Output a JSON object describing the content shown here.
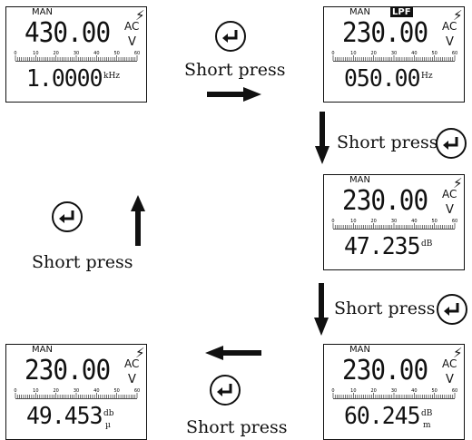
{
  "displays": [
    {
      "id": "d1",
      "man": "MAN",
      "lpf": "",
      "main": "430.00",
      "ac": "AC",
      "v": "V",
      "sub": "1.0000",
      "unit": "kHz",
      "unit2": ""
    },
    {
      "id": "d2",
      "man": "MAN",
      "lpf": "LPF",
      "main": "230.00",
      "ac": "AC",
      "v": "V",
      "sub": "050.00",
      "unit": "Hz",
      "unit2": ""
    },
    {
      "id": "d3",
      "man": "MAN",
      "lpf": "",
      "main": "230.00",
      "ac": "AC",
      "v": "V",
      "sub": "47.235",
      "unit": "dB",
      "unit2": ""
    },
    {
      "id": "d4",
      "man": "MAN",
      "lpf": "",
      "main": "230.00",
      "ac": "AC",
      "v": "V",
      "sub": "60.245",
      "unit": "dB",
      "unit2": "m"
    },
    {
      "id": "d5",
      "man": "MAN",
      "lpf": "",
      "main": "230.00",
      "ac": "AC",
      "v": "V",
      "sub": "49.453",
      "unit": "db",
      "unit2": "µ"
    }
  ],
  "scale_ticks": [
    "0",
    "10",
    "20",
    "30",
    "40",
    "50",
    "60"
  ],
  "captions": {
    "top": "Short press",
    "right1": "Short press",
    "right2": "Short press",
    "left": "Short press",
    "bottom": "Short press"
  },
  "icons": {
    "enter": "enter-key-icon",
    "bolt": "lightning-icon"
  }
}
